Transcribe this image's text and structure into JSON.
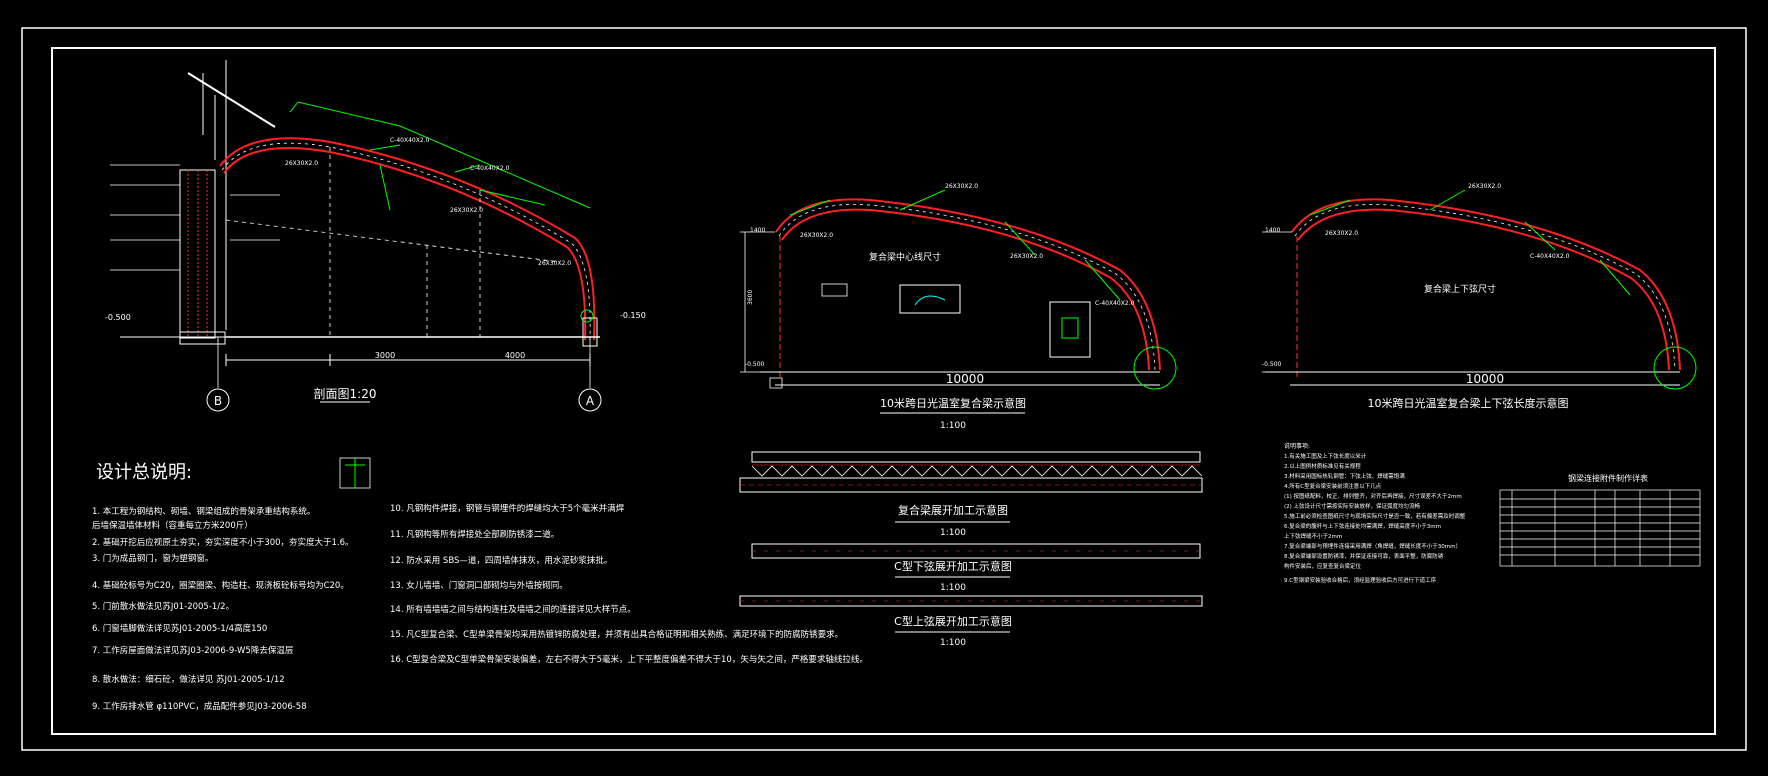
{
  "colors": {
    "background": "#000000",
    "frame": "#ffffff",
    "truss": "#ff0000",
    "leader": "#00ff00",
    "dimension": "#00ffff",
    "note": "#ffff00"
  },
  "section": {
    "title": "剖面图1:20",
    "axis_b": "B",
    "axis_a": "A",
    "dim_left": "3000",
    "dim_right": "4000",
    "elevation_right": "-0.150",
    "elevation_left": "-0.500",
    "label_top1": "C-40X40X2.0",
    "label_top2": "C-40X40X2.0",
    "label_pipe": "26X30X2.0",
    "label_pipe2": "26X30X2.0",
    "label_wall": "26X30X2.0"
  },
  "elev1": {
    "title": "10米跨日光温室复合梁示意图",
    "scale": "1:100",
    "span": "10000",
    "inner_label": "复合梁中心线尺寸",
    "h_left": "1400",
    "h_bottom": "-0.500",
    "h_mid": "3600",
    "pipe_a": "26X30X2.0",
    "pipe_b": "26X30X2.0",
    "pipe_c": "26X30X2.0",
    "pipe_d": "C-40X40X2.0"
  },
  "elev2": {
    "title": "10米跨日光温室复合梁上下弦长度示意图",
    "span": "10000",
    "inner_label": "复合梁上下弦尺寸",
    "h_left": "1400",
    "h_bottom": "-0.500",
    "pipe_a": "26X30X2.0",
    "pipe_b": "26X30X2.0",
    "pipe_c": "C-40X40X2.0"
  },
  "unfold": {
    "beam_title": "复合梁展开加工示意图",
    "beam_scale": "1:100",
    "lower_title": "C型下弦展开加工示意图",
    "lower_scale": "1:100",
    "upper_title": "C型上弦展开加工示意图",
    "upper_scale": "1:100"
  },
  "notes": {
    "title": "设计总说明:",
    "left": [
      "1. 本工程为钢结构、砌墙、钢梁组成的骨架承重结构系统。",
      "   后墙保温墙体材料（容重每立方米200斤）",
      "2. 基础开挖后应视原土夯实，夯实深度不小于300，夯实度大于1.6。",
      "3. 门为成品钢门，窗为塑钢窗。",
      "4. 基础砼标号为C20，圈梁圈梁、构造柱、现浇板砼标号均为C20。",
      "5. 门前散水做法见苏J01-2005-1/2。",
      "6. 门窗墙脚做法详见苏J01-2005-1/4高度150",
      "7. 工作房屋面做法详见苏J03-2006-9-W5降去保温层",
      "8. 散水做法：细石砼，做法详见 苏J01-2005-1/12",
      "9. 工作房排水管  φ110PVC，成品配件参见J03-2006-58"
    ],
    "middle": [
      "10. 凡钢构件焊接，钢管与钢埋件的焊缝均大于5个毫米并满焊",
      "11. 凡钢构等所有焊接处全部刷防锈漆二道。",
      "12. 防水采用 SBS—道，四周墙体抹灰，用水泥砂浆抹批。",
      "13. 女儿墙墙、门窗洞口部砌均与外墙按砌同。",
      "14. 所有墙墙墙之间与结构连柱及墙墙之间的连接详见大样节点。",
      "15. 凡C型复合梁、C型单梁骨架均采用热镀锌防腐处理，并须有出具合格证明和相关熟练、满足环境下的防腐防锈要求。",
      "16. C型复合梁及C型单梁骨架安装偏差，左右不得大于5毫米，上下平整度偏差不得大于10，矢与矢之间，严格要求轴线拉线。"
    ],
    "right_title": "说明事项:",
    "right": [
      "1.有关施工图及上下弦长度以米计",
      "2.以上图例材质标准见有关规程",
      "3.材料采用国标热轧钢管：下弦上弦、焊缝需饱满",
      "4.所有C型复合梁安装前须注意以下几点",
      "  (1) 按图纸配料，校正、排列整齐，对齐后再焊接，尺寸误差不大于2mm",
      "  (2) 上弦设计尺寸需按实际安装放样，保证弧度均匀流畅",
      "5.施工前必须检查图纸尺寸与现场实际尺寸是否一致，若有偏差需及时调整",
      "6.复合梁的腹杆与上下弦连接处均需满焊，焊缝高度不小于3mm",
      "  上下弦焊缝不小于2mm",
      "7.复合梁端部与预埋件连接采用满焊（角焊缝，焊缝长度不小于30mm）",
      "8.复合梁端部设置防锈漆，并保证连接可靠，表面平整，防腐防锈",
      "  构件安装后，应复查复合梁定位",
      "9.C型钢梁安装验收合格后，须经监理验收后方可进行下道工序"
    ],
    "table_title": "钢梁连接附件制作详表"
  }
}
